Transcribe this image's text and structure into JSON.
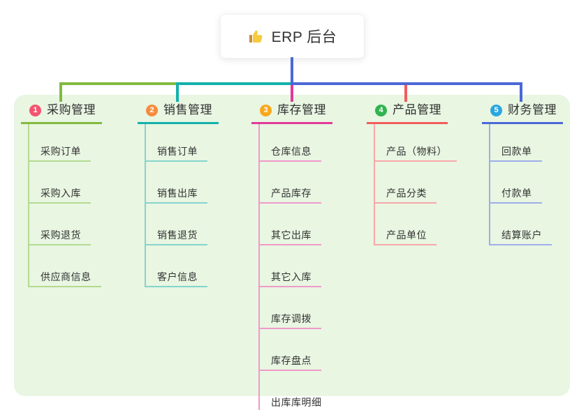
{
  "root": {
    "label": "ERP 后台",
    "icon": "thumbs-up-icon"
  },
  "panel_color": "#e8f6e2",
  "trunk_color": "#4b68d6",
  "branches": [
    {
      "badge": "1",
      "label": "采购管理",
      "color": "#82ba40",
      "light_color": "#b5da92",
      "badge_color": "#f4536f",
      "items": [
        "采购订单",
        "采购入库",
        "采购退货",
        "供应商信息"
      ]
    },
    {
      "badge": "2",
      "label": "销售管理",
      "color": "#14b1ab",
      "light_color": "#87d4cd",
      "badge_color": "#f68c3e",
      "items": [
        "销售订单",
        "销售出库",
        "销售退货",
        "客户信息"
      ]
    },
    {
      "badge": "3",
      "label": "库存管理",
      "color": "#e23a98",
      "light_color": "#f09aca",
      "badge_color": "#f9a81b",
      "items": [
        "仓库信息",
        "产品库存",
        "其它出库",
        "其它入库",
        "库存调拨",
        "库存盘点",
        "出库库明细"
      ]
    },
    {
      "badge": "4",
      "label": "产品管理",
      "color": "#f25c5c",
      "light_color": "#f8a8a8",
      "badge_color": "#2fb44e",
      "items": [
        "产品（物料）",
        "产品分类",
        "产品单位"
      ]
    },
    {
      "badge": "5",
      "label": "财务管理",
      "color": "#4b68d6",
      "light_color": "#9fadea",
      "badge_color": "#2aa7e0",
      "items": [
        "回款单",
        "付款单",
        "结算账户"
      ]
    }
  ]
}
